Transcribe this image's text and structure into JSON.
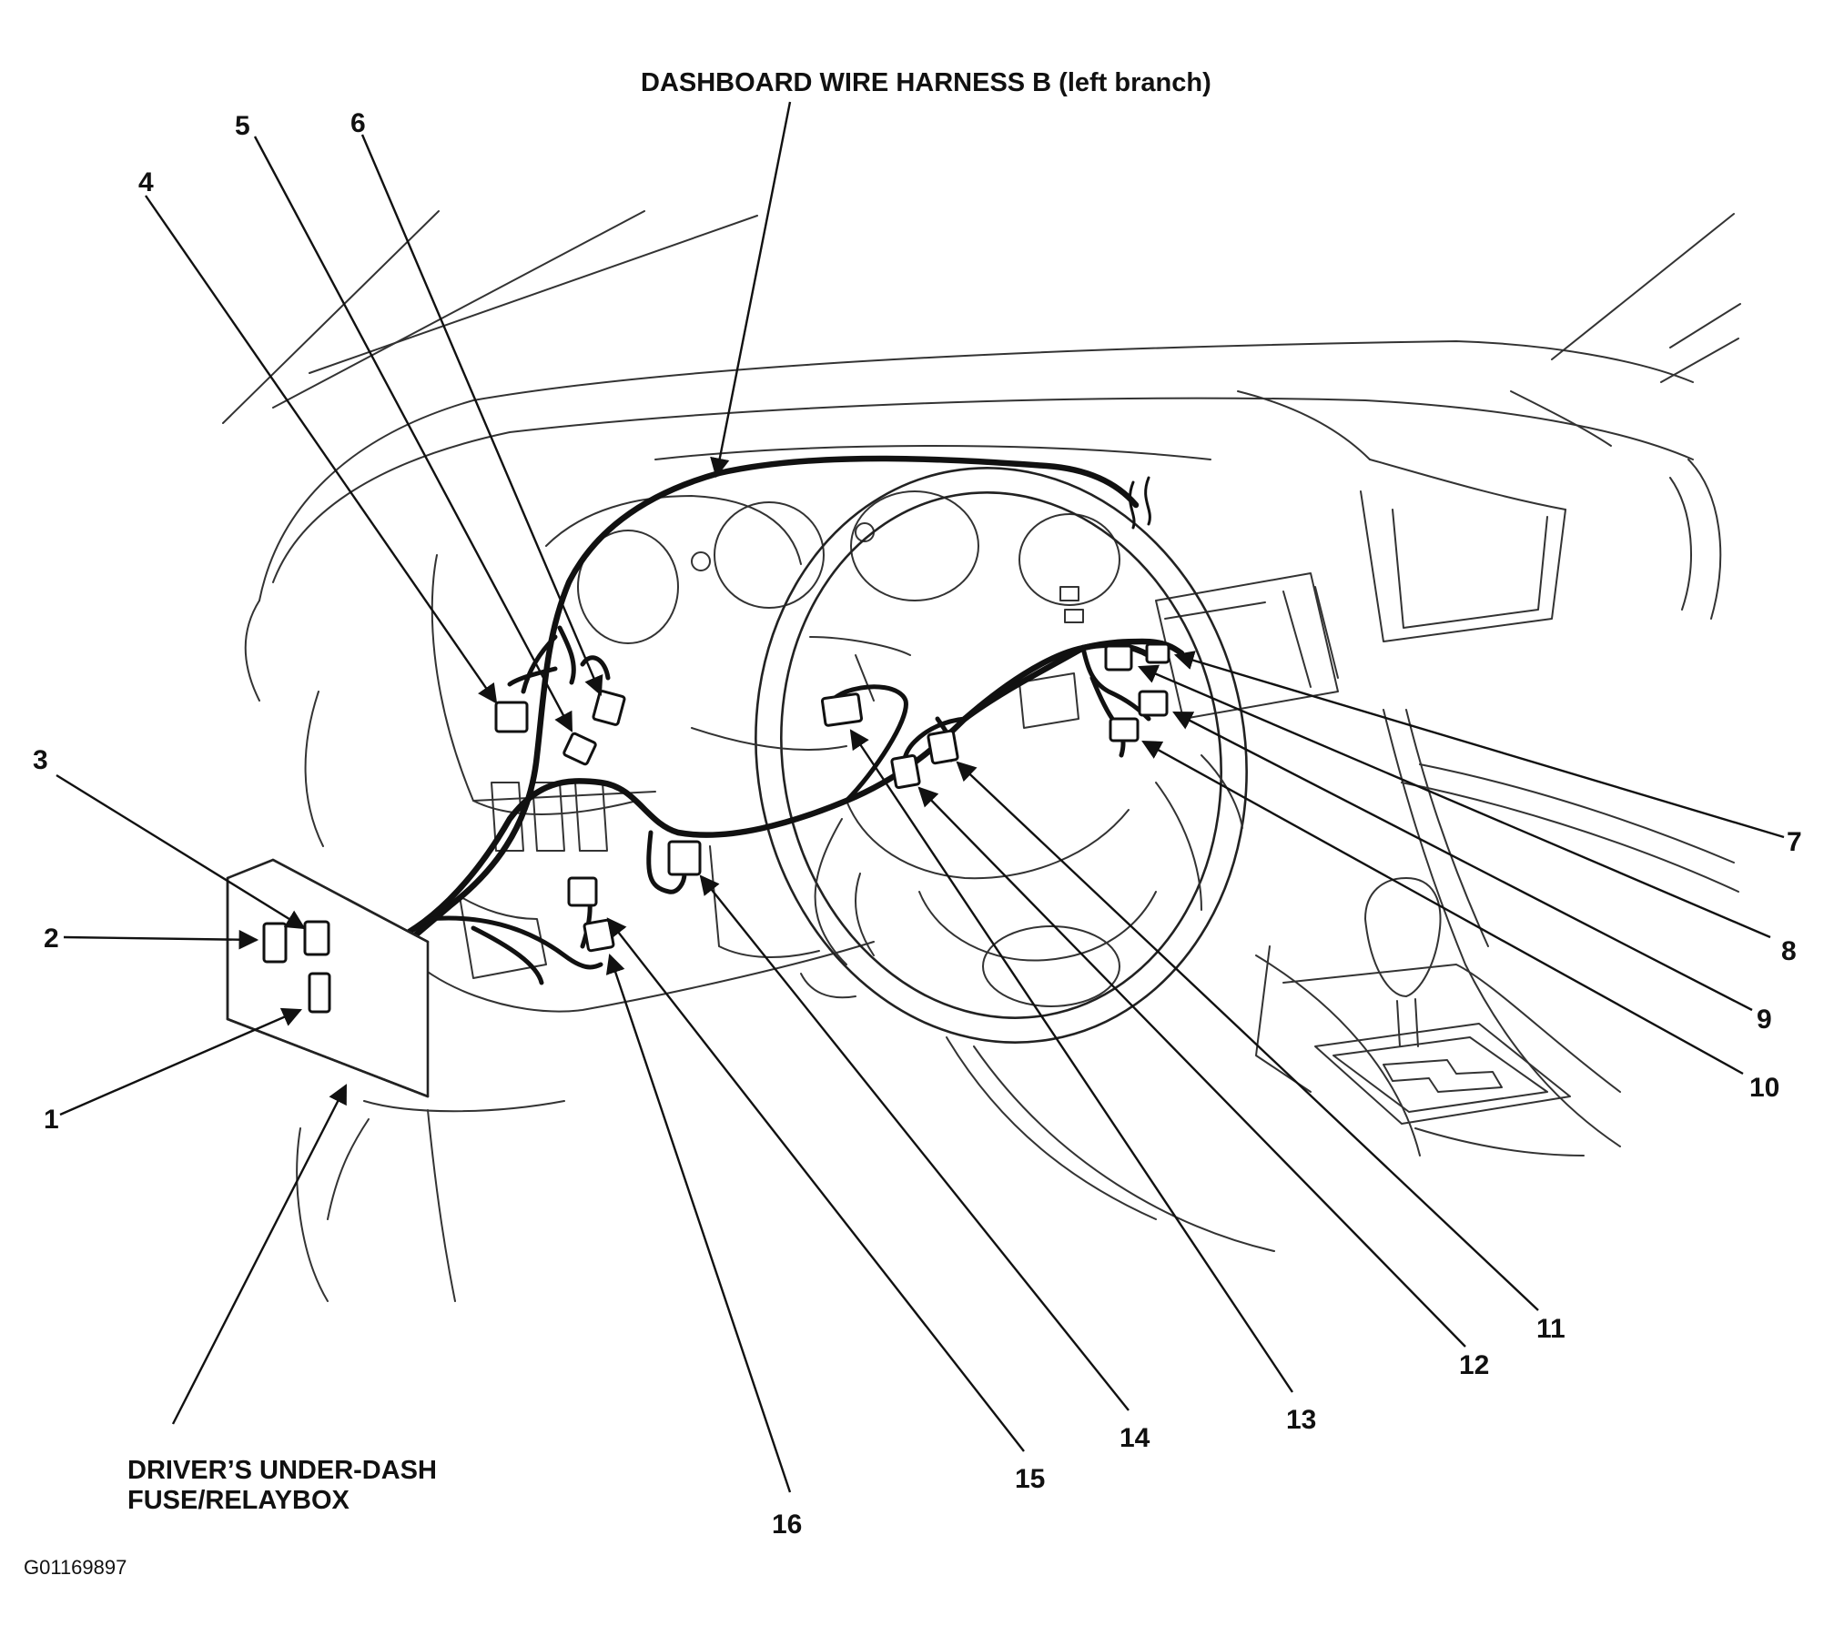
{
  "title": "DASHBOARD WIRE HARNESS B (left branch)",
  "fusebox_label": {
    "line1": "DRIVER’S UNDER-DASH",
    "line2": "FUSE/RELAYBOX"
  },
  "figure_id": "G01169897",
  "callouts": [
    {
      "n": "1"
    },
    {
      "n": "2"
    },
    {
      "n": "3"
    },
    {
      "n": "4"
    },
    {
      "n": "5"
    },
    {
      "n": "6"
    },
    {
      "n": "7"
    },
    {
      "n": "8"
    },
    {
      "n": "9"
    },
    {
      "n": "10"
    },
    {
      "n": "11"
    },
    {
      "n": "12"
    },
    {
      "n": "13"
    },
    {
      "n": "14"
    },
    {
      "n": "15"
    },
    {
      "n": "16"
    }
  ]
}
